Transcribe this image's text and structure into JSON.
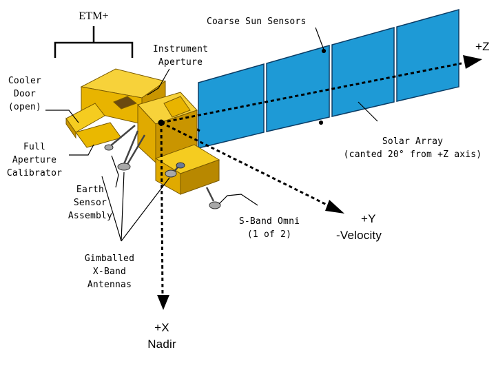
{
  "colors": {
    "bus_gold": "#f0c000",
    "bus_gold_dark": "#b88800",
    "solar_blue": "#1e9ad6",
    "panel_outline": "#0b3d66",
    "antenna_gray": "#a8a8a8",
    "line": "#000000"
  },
  "labels": {
    "etm": "ETM+",
    "instrument_aperture": "Instrument\nAperture",
    "coarse_sun_sensors": "Coarse Sun Sensors",
    "plus_z": "+Z",
    "cooler_door": "Cooler\nDoor\n(open)",
    "full_aperture_calibrator": "Full\nAperture\nCalibrator",
    "solar_array": "Solar Array\n(canted 20° from +Z axis)",
    "earth_sensor_assembly": "Earth\nSensor\nAssembly",
    "s_band_omni": "S-Band Omni\n(1 of 2)",
    "plus_y": "+Y",
    "minus_velocity": "-Velocity",
    "gimballed_antennas": "Gimballed\nX-Band\nAntennas",
    "plus_x": "+X",
    "nadir": "Nadir"
  }
}
